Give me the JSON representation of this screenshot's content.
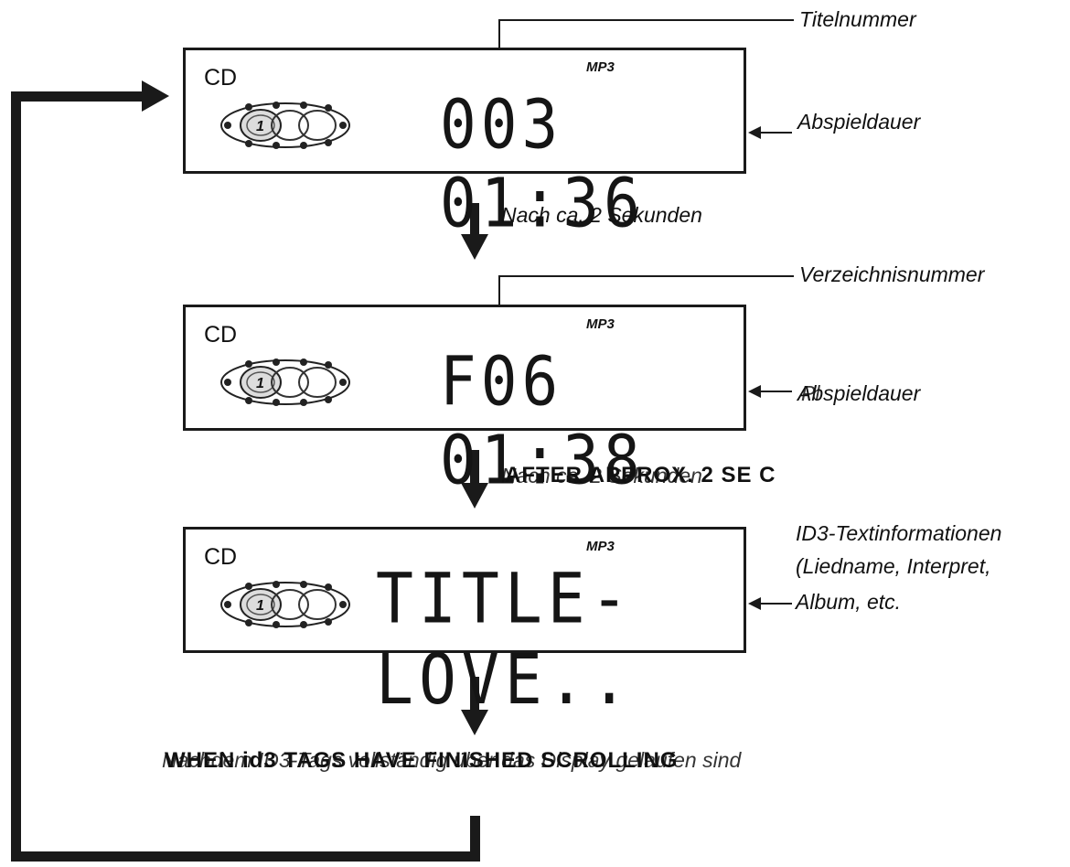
{
  "panels": [
    {
      "cd": "CD",
      "format": "MP3",
      "segment": "003 01:36"
    },
    {
      "cd": "CD",
      "format": "MP3",
      "segment": "F06 01:38"
    },
    {
      "cd": "CD",
      "format": "MP3",
      "segment": "TITLE-LOVE.."
    }
  ],
  "labels": {
    "titelnummer": "Titelnummer",
    "abspieldauer_1": "Abspieldauer",
    "nach_2s": "Nach ca. 2 Sekunden",
    "verzeichnisnummer": "Verzeichnisnummer",
    "abspieldauer_2": "Abspieldauer",
    "pi_overlay": "Pl",
    "nach_2s_2": "Nach ca. 2 Sekunden",
    "after_approx": "AFTER APPROX. 2 SE  C",
    "id3_line1": "ID3-Textinformationen",
    "id3_line2": "(Liedname, Interpret,",
    "id3_line3": "Album, etc.",
    "nachdem": "Nachdem ID3-Tags vollständig über das Display gelaufen sind",
    "when_scrolling": "WHEN id3 TAGS HAVE FINISHED SCROLLING"
  },
  "icons": [
    "disc-stack-icon",
    "arrow-down-icon",
    "arrow-left-icon",
    "loop-arrow-icon"
  ],
  "colors": {
    "ink": "#111111",
    "background": "#ffffff"
  }
}
